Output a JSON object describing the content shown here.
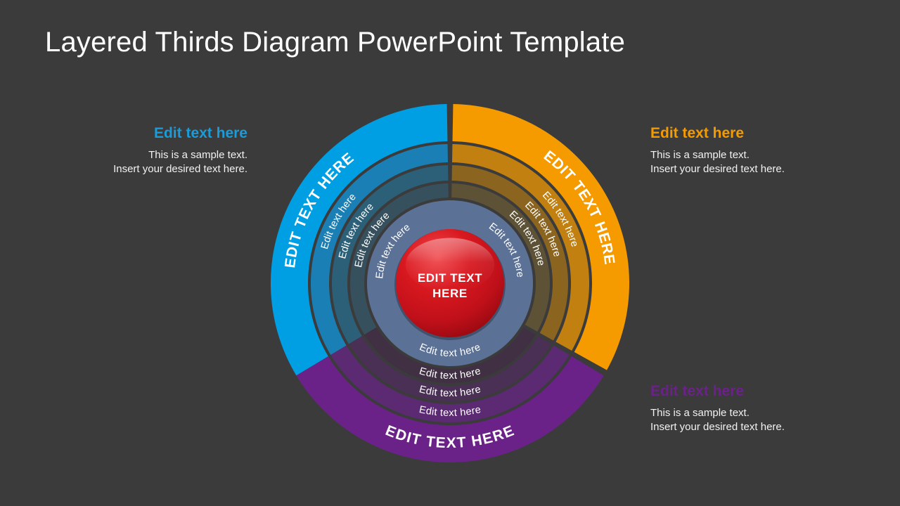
{
  "slide": {
    "title": "Layered Thirds Diagram PowerPoint Template",
    "background_color": "#3b3b3b"
  },
  "callouts": [
    {
      "id": "left",
      "heading": "Edit text here",
      "heading_color": "#1b9bd8",
      "body": "This is a sample text.\nInsert your desired text here.",
      "align": "right"
    },
    {
      "id": "right-top",
      "heading": "Edit text here",
      "heading_color": "#f59b00",
      "body": "This is a sample text.\nInsert your desired text here.",
      "align": "left"
    },
    {
      "id": "right-bottom",
      "heading": "Edit text here",
      "heading_color": "#6b2288",
      "body": "This is a sample text.\nInsert your desired text here.",
      "align": "left"
    }
  ],
  "diagram": {
    "type": "layered-thirds-radial",
    "center_label": "EDIT TEXT HERE",
    "center_color_light": "#e8242a",
    "center_color_dark": "#a60d16",
    "hub_ring_color": "#5c7196",
    "hub_ring_label": "Edit text here",
    "gap_color": "#3b3b3b",
    "sectors": [
      {
        "id": "blue",
        "name": "blue-sector",
        "accent_color": "#009fe3",
        "outer_label": "EDIT TEXT HERE",
        "rings": [
          {
            "label": "EDIT TEXT HERE",
            "color": "#009fe3",
            "weight": "bold"
          },
          {
            "label": "Edit text here",
            "color": "#1a7fb5",
            "weight": "normal"
          },
          {
            "label": "Edit text here",
            "color": "#2c5f78",
            "weight": "normal"
          },
          {
            "label": "Edit text here",
            "color": "#37505e",
            "weight": "normal"
          }
        ],
        "hub_label": "Edit text here"
      },
      {
        "id": "orange",
        "name": "orange-sector",
        "accent_color": "#f59b00",
        "outer_label": "EDIT TEXT HERE",
        "rings": [
          {
            "label": "EDIT TEXT HERE",
            "color": "#f59b00",
            "weight": "bold"
          },
          {
            "label": "Edit text here",
            "color": "#c1800f",
            "weight": "normal"
          },
          {
            "label": "Edit text here",
            "color": "#8b6420",
            "weight": "normal"
          },
          {
            "label": "Edit text here",
            "color": "#5d5236",
            "weight": "normal"
          }
        ],
        "hub_label": "Edit text here"
      },
      {
        "id": "purple",
        "name": "purple-sector",
        "accent_color": "#6b2288",
        "outer_label": "EDIT TEXT HERE",
        "rings": [
          {
            "label": "EDIT TEXT HERE",
            "color": "#6b2288",
            "weight": "bold"
          },
          {
            "label": "Edit text here",
            "color": "#5b2a73",
            "weight": "normal"
          },
          {
            "label": "Edit text here",
            "color": "#4a3055",
            "weight": "normal"
          },
          {
            "label": "Edit text here",
            "color": "#413044",
            "weight": "normal"
          }
        ],
        "hub_label": "Edit text here"
      }
    ]
  }
}
